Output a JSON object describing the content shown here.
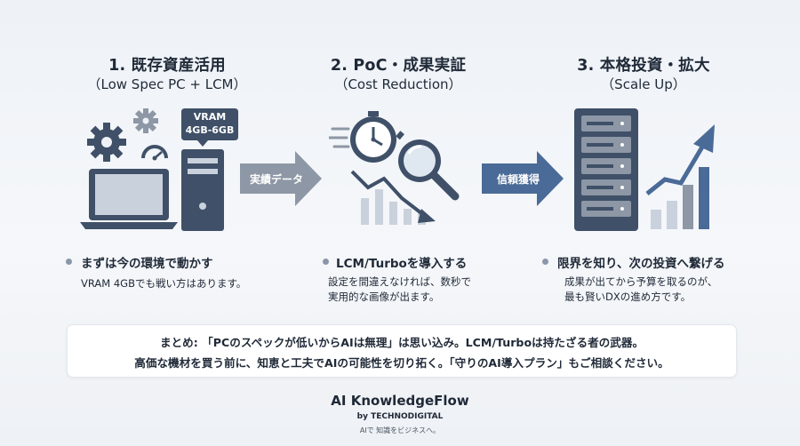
{
  "steps": [
    {
      "title": "1. 既存資産活用",
      "subtitle": "（Low Spec PC + LCM）",
      "bullet": "まずは今の環境で動かす",
      "desc": [
        "VRAM 4GBでも戦い方はあります。"
      ],
      "badge": [
        "VRAM",
        "4GB-6GB"
      ]
    },
    {
      "title": "2. PoC・成果実証",
      "subtitle": "（Cost Reduction）",
      "bullet": "LCM/Turboを導入する",
      "desc": [
        "設定を間違えなければ、数秒で",
        "実用的な画像が出ます。"
      ]
    },
    {
      "title": "3. 本格投資・拡大",
      "subtitle": "（Scale Up）",
      "bullet": "限界を知り、次の投資へ繋げる",
      "desc": [
        "成果が出てから予算を取るのが、",
        "最も賢いDXの進め方です。"
      ]
    }
  ],
  "arrows": [
    {
      "label": "実績データ",
      "color": "#8d97a5"
    },
    {
      "label": "信頼獲得",
      "color": "#4a6b97"
    }
  ],
  "summary": {
    "line1": "まとめ: 「PCのスペックが低いからAIは無理」は思い込み。LCM/Turboは持たざる者の武器。",
    "line2": "高価な機材を買う前に、知恵と工夫でAIの可能性を切り拓く。「守りのAI導入プラン」もご相談ください。"
  },
  "brand": {
    "name": "AI KnowledgeFlow",
    "by": "by TECHNODIGITAL",
    "tagline": "AIで 知識をビジネスへ。"
  },
  "icons": [
    "gear-icon",
    "speedometer-icon",
    "laptop-icon",
    "pc-tower-icon",
    "stopwatch-icon",
    "magnifier-icon",
    "down-trend-chart-icon",
    "server-rack-icon",
    "up-trend-chart-icon"
  ],
  "colors": {
    "dark": "#3f5068",
    "mid": "#8d97a5",
    "accent": "#4a6b97",
    "light": "#c9d1dc"
  }
}
